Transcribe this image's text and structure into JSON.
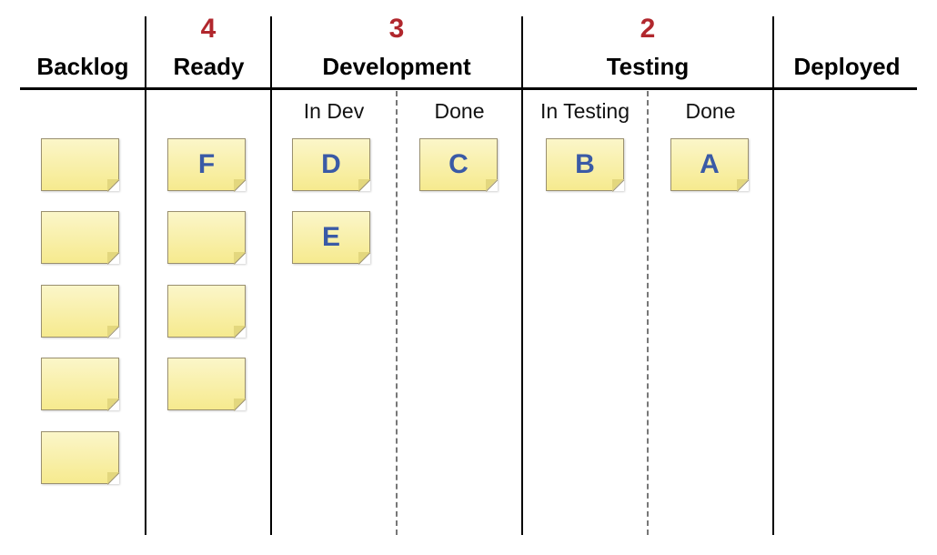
{
  "columns": {
    "backlog": {
      "title": "Backlog"
    },
    "ready": {
      "title": "Ready",
      "wip": "4"
    },
    "development": {
      "title": "Development",
      "wip": "3",
      "sub": [
        "In Dev",
        "Done"
      ]
    },
    "testing": {
      "title": "Testing",
      "wip": "2",
      "sub": [
        "In Testing",
        "Done"
      ]
    },
    "deployed": {
      "title": "Deployed"
    }
  },
  "cards": {
    "backlog": [
      "",
      "",
      "",
      "",
      ""
    ],
    "ready": [
      "F",
      "",
      "",
      ""
    ],
    "dev_in": [
      "D",
      "E"
    ],
    "dev_done": [
      "C"
    ],
    "test_in": [
      "B"
    ],
    "test_done": [
      "A"
    ]
  },
  "colors": {
    "wip": "#b1272d",
    "card_fill": "#f6ea8e",
    "card_label": "#3a5aa6"
  }
}
